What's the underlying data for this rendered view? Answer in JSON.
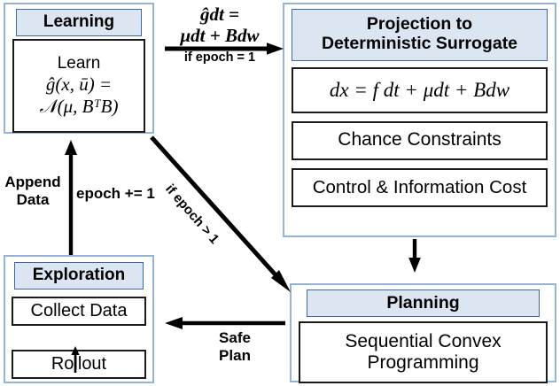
{
  "diagram": {
    "title": "Learning-Planning-Exploration loop",
    "colors": {
      "module_border": "#95b3d7",
      "header_fill": "#dce6f2",
      "header_border": "#41699e",
      "inner_border": "#1a1a1a",
      "arrow": "#000000",
      "background": "#ffffff"
    }
  },
  "learning": {
    "header": "Learning",
    "body_line1": "Learn",
    "body_line2": "ĝ(x, ū) =",
    "body_line3": "𝒩(μ, BᵀB)"
  },
  "projection": {
    "header_line1": "Projection to",
    "header_line2": "Deterministic Surrogate",
    "equation": "dx = f dt + μdt + Bdw",
    "item_chance": "Chance Constraints",
    "item_cost": "Control & Information Cost"
  },
  "exploration": {
    "header": "Exploration",
    "collect_data": "Collect Data",
    "rollout": "Rollout"
  },
  "planning": {
    "header": "Planning",
    "body_line1": "Sequential Convex",
    "body_line2": "Programming"
  },
  "arrows": {
    "learning_to_projection": {
      "label_above_line1": "ĝdt =",
      "label_above_line2": "μdt + Bdw",
      "label_below": "if epoch = 1"
    },
    "exploration_to_learning": {
      "label_left_line1": "Append",
      "label_left_line2": "Data",
      "label_right": "epoch += 1"
    },
    "learning_to_planning": {
      "label": "if epoch > 1"
    },
    "projection_to_planning": {
      "label": ""
    },
    "planning_to_exploration": {
      "label_line1": "Safe",
      "label_line2": "Plan"
    },
    "rollout_to_collect": {
      "label": ""
    }
  }
}
